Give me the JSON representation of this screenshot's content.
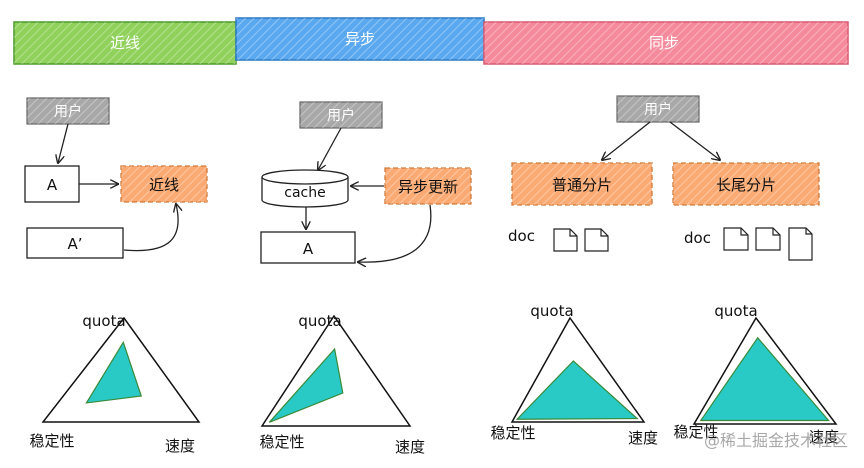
{
  "header": {
    "nearline": "近线",
    "async": "异步",
    "sync": "同步"
  },
  "colors": {
    "green": "#8fd15a",
    "blue": "#5aa8ef",
    "pink": "#f58a9c",
    "gray": "#a8a8a8",
    "orange": "#fbaa73",
    "teal": "#29c9c5"
  },
  "nearline": {
    "user": "用户",
    "box_a": "A",
    "box_a_prime": "A’",
    "target": "近线"
  },
  "async": {
    "user": "用户",
    "cache": "cache",
    "updater": "异步更新",
    "box_a": "A"
  },
  "sync": {
    "user": "用户",
    "normal_shard": "普通分片",
    "long_tail_shard": "长尾分片",
    "doc_left": "doc",
    "doc_right": "doc"
  },
  "radar": {
    "top": "quota",
    "left": "稳定性",
    "right": "速度",
    "charts": [
      {
        "quota": 0.65,
        "stability": 0.45,
        "speed": 0.25
      },
      {
        "quota": 0.55,
        "stability": 0.9,
        "speed": 0.1
      },
      {
        "quota": 0.38,
        "stability": 0.92,
        "speed": 0.9
      },
      {
        "quota": 0.72,
        "stability": 0.9,
        "speed": 0.9
      }
    ]
  },
  "watermark": "@稀土掘金技术社区"
}
